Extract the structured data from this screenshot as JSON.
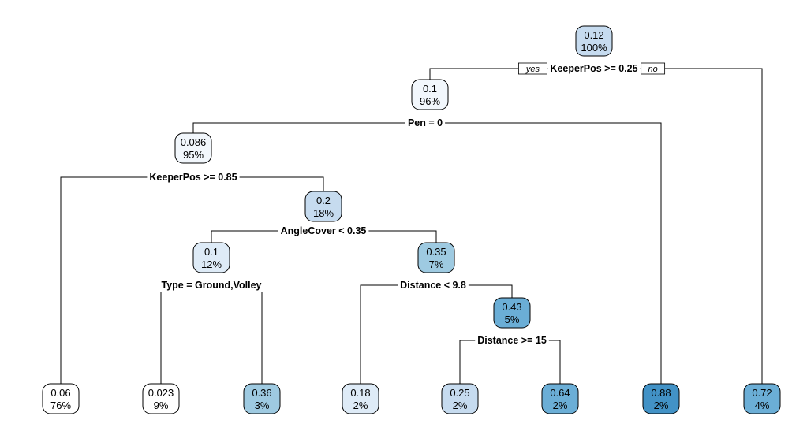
{
  "branch_labels": {
    "yes": "yes",
    "no": "no"
  },
  "nodes": [
    {
      "id": "n1",
      "value": "0.12",
      "percent": "100%",
      "fill": "#c6dbef",
      "split": "KeeperPos >= 0.25"
    },
    {
      "id": "n2",
      "value": "0.1",
      "percent": "96%",
      "fill": "#f2f7fc",
      "split": "Pen = 0"
    },
    {
      "id": "n3",
      "value": "0.086",
      "percent": "95%",
      "fill": "#f2f7fc",
      "split": "KeeperPos >= 0.85"
    },
    {
      "id": "n4",
      "value": "0.2",
      "percent": "18%",
      "fill": "#c6dbef",
      "split": "AngleCover < 0.35"
    },
    {
      "id": "n5",
      "value": "0.1",
      "percent": "12%",
      "fill": "#deebf7",
      "split": "Type = Ground,Volley"
    },
    {
      "id": "n6",
      "value": "0.35",
      "percent": "7%",
      "fill": "#9ecae1",
      "split": "Distance < 9.8"
    },
    {
      "id": "n7",
      "value": "0.43",
      "percent": "5%",
      "fill": "#6baed6",
      "split": "Distance >= 15"
    },
    {
      "id": "l1",
      "value": "0.06",
      "percent": "76%",
      "fill": "#ffffff"
    },
    {
      "id": "l2",
      "value": "0.023",
      "percent": "9%",
      "fill": "#ffffff"
    },
    {
      "id": "l3",
      "value": "0.36",
      "percent": "3%",
      "fill": "#9ecae1"
    },
    {
      "id": "l4",
      "value": "0.18",
      "percent": "2%",
      "fill": "#deebf7"
    },
    {
      "id": "l5",
      "value": "0.25",
      "percent": "2%",
      "fill": "#c6dbef"
    },
    {
      "id": "l6",
      "value": "0.64",
      "percent": "2%",
      "fill": "#6baed6"
    },
    {
      "id": "l7",
      "value": "0.88",
      "percent": "2%",
      "fill": "#4292c6"
    },
    {
      "id": "l8",
      "value": "0.72",
      "percent": "4%",
      "fill": "#6baed6"
    }
  ],
  "edges": [
    {
      "parent": "n1",
      "left": "n2",
      "right": "l8"
    },
    {
      "parent": "n2",
      "left": "n3",
      "right": "l7"
    },
    {
      "parent": "n3",
      "left": "l1",
      "right": "n4"
    },
    {
      "parent": "n4",
      "left": "n5",
      "right": "n6"
    },
    {
      "parent": "n5",
      "left": "l2",
      "right": "l3"
    },
    {
      "parent": "n6",
      "left": "l4",
      "right": "n7"
    },
    {
      "parent": "n7",
      "left": "l5",
      "right": "l6"
    }
  ]
}
